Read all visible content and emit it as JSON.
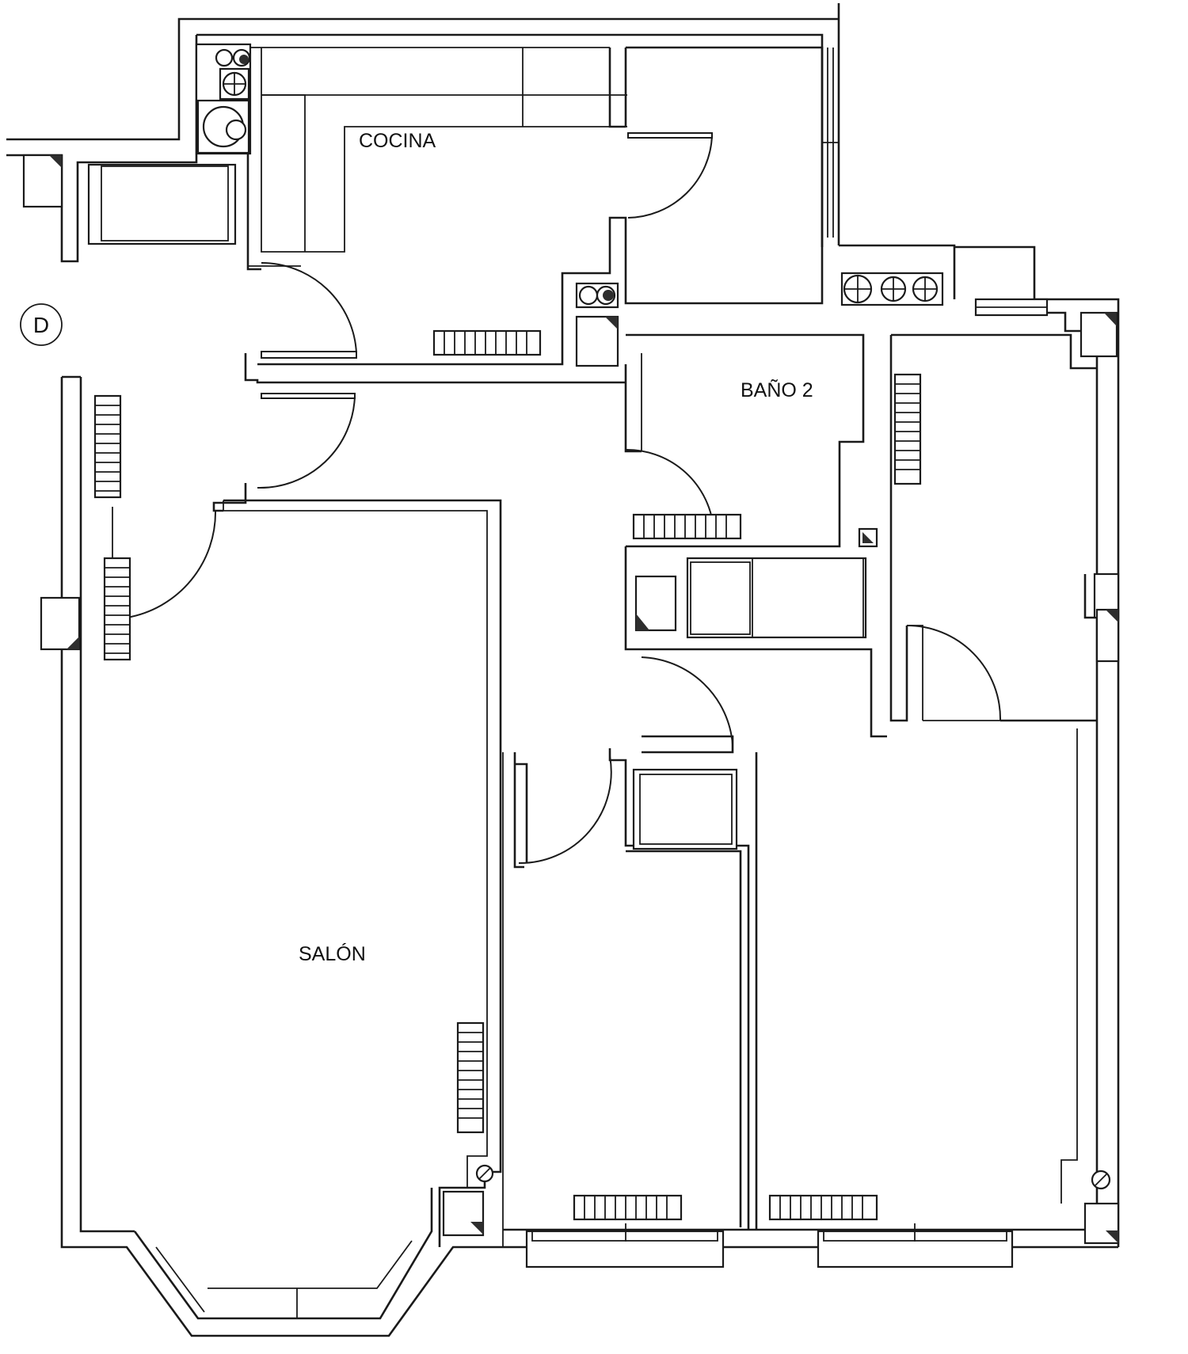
{
  "floor_plan": {
    "rooms": {
      "cocina": "COCINA",
      "bano_2": "BAÑO 2",
      "salon": "SALÓN"
    },
    "marker": "D"
  }
}
